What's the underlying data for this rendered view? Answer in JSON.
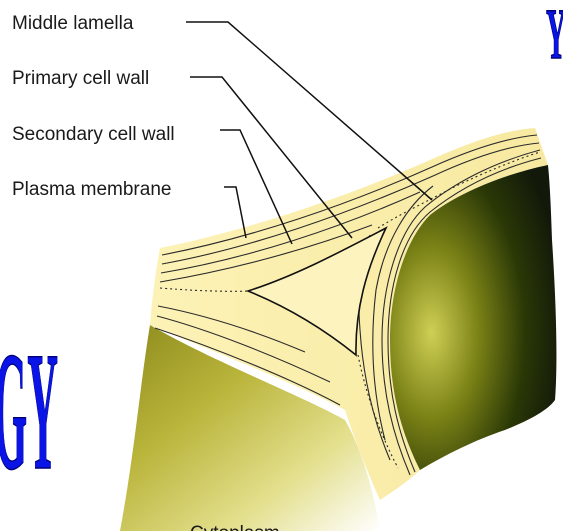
{
  "labels": {
    "middle_lamella": "Middle lamella",
    "primary_cell_wall": "Primary cell wall",
    "secondary_cell_wall": "Secondary cell wall",
    "plasma_membrane": "Plasma membrane"
  },
  "overlay_text": {
    "big_letters_left": "GY",
    "big_letters_top": "Y",
    "bottom_caption_partial": "Cytoplasm"
  },
  "colors": {
    "wall_fill": "#fbeeab",
    "cytoplasm_dark": "#202c05",
    "cytoplasm_light": "#d7d36a",
    "overlay_text": "#0a14e6"
  }
}
